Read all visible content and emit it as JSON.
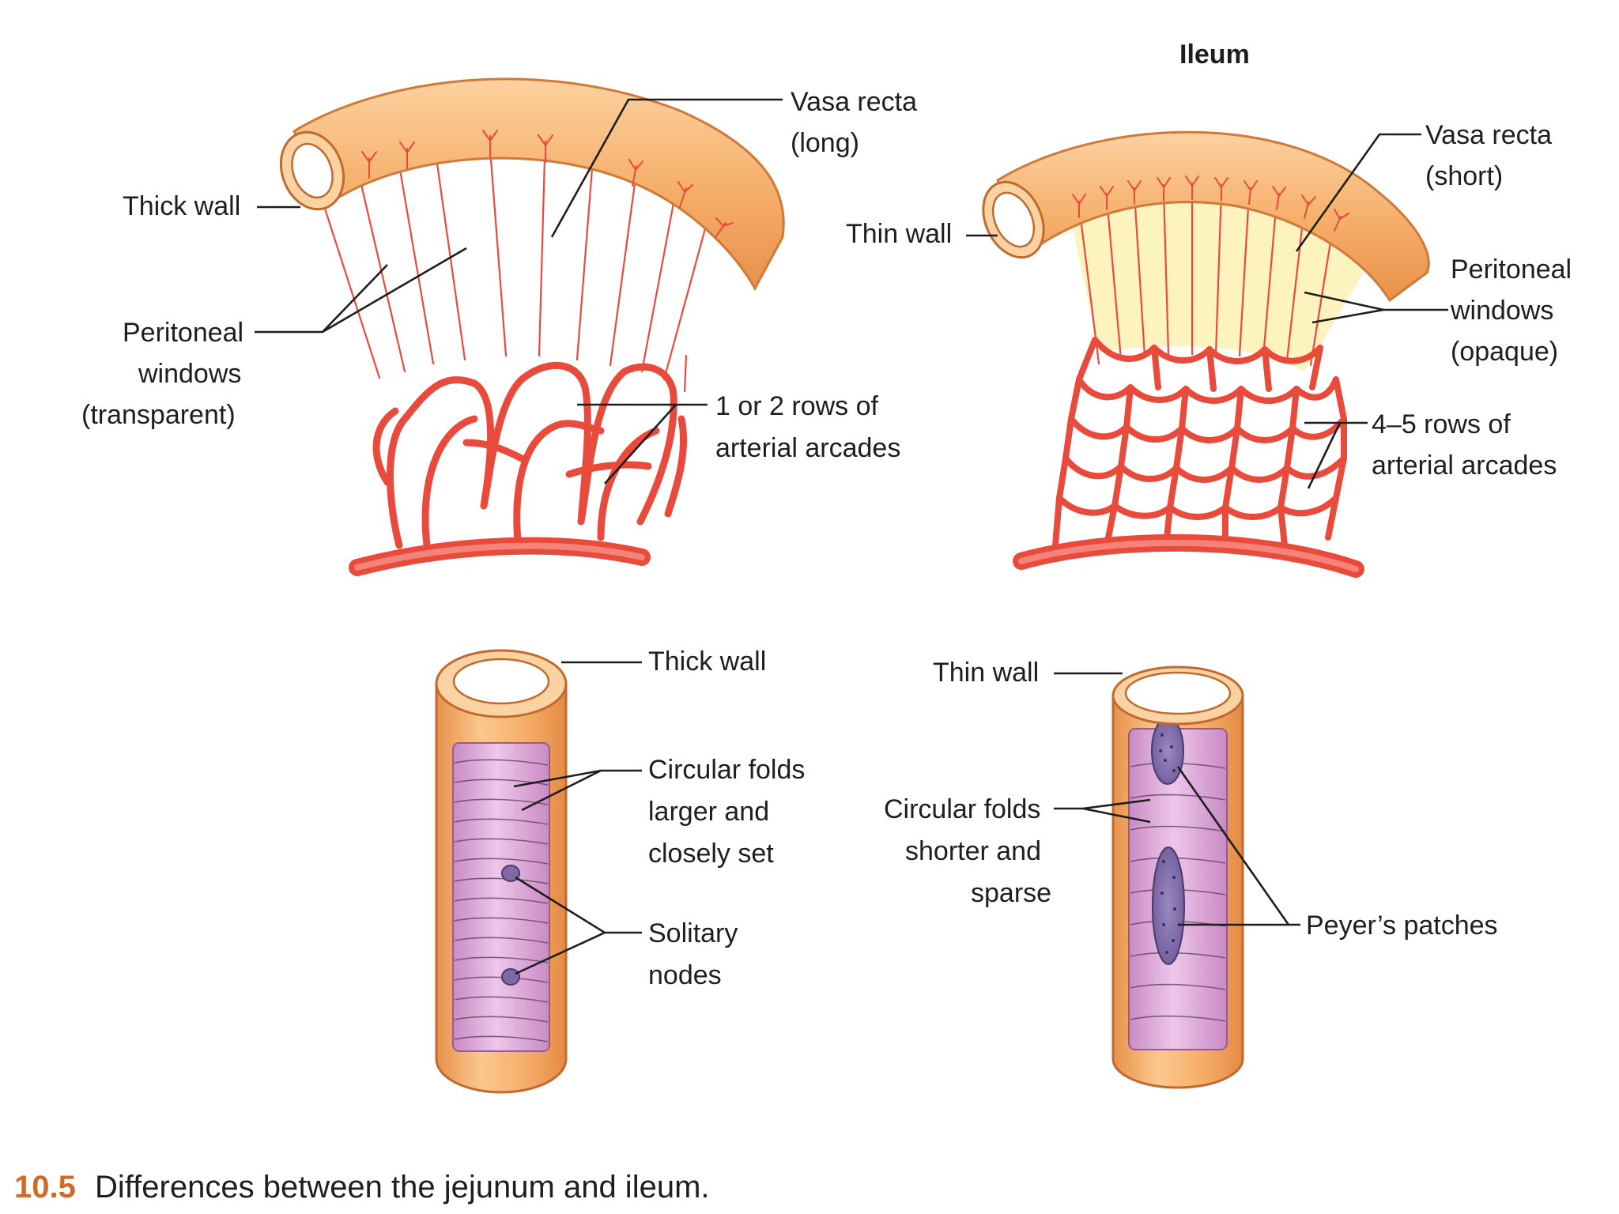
{
  "jejunum_mesentery": {
    "vasa_recta": [
      "Vasa recta",
      "(long)"
    ],
    "thick_wall": "Thick wall",
    "peritoneal_windows": [
      "Peritoneal",
      "windows",
      "(transparent)"
    ],
    "arcades": [
      "1 or 2 rows of",
      "arterial arcades"
    ]
  },
  "ileum_mesentery": {
    "title": "Ileum",
    "vasa_recta": [
      "Vasa recta",
      "(short)"
    ],
    "thin_wall": "Thin wall",
    "peritoneal_windows": [
      "Peritoneal",
      "windows",
      "(opaque)"
    ],
    "arcades": [
      "4–5 rows of",
      "arterial arcades"
    ]
  },
  "jejunum_tube": {
    "thick_wall": "Thick wall",
    "circular_folds": [
      "Circular folds",
      "larger and",
      "closely set"
    ],
    "solitary_nodes": [
      "Solitary",
      "nodes"
    ]
  },
  "ileum_tube": {
    "thin_wall": "Thin wall",
    "circular_folds": [
      "Circular folds",
      "shorter and",
      "sparse"
    ],
    "peyers_patches": "Peyer’s patches"
  },
  "caption": {
    "number": "10.5",
    "text": "Differences between the jejunum and ileum."
  },
  "colors": {
    "intestine_outer": "#f4ad6a",
    "intestine_light": "#fbd3a2",
    "vessel": "#e84a3c",
    "mucosa": "#dba6d6",
    "lymphoid": "#7f6aa6",
    "opaque_window": "#fdf3bf",
    "caption_number": "#d06a2a"
  }
}
